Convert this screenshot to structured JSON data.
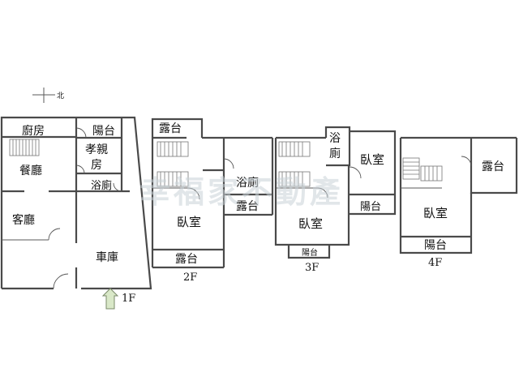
{
  "compass": {
    "label": "北"
  },
  "watermark": "幸福家不動產",
  "floors": {
    "f1": {
      "label": "1F",
      "rooms": {
        "kitchen": "廚房",
        "balcony": "陽台",
        "parents_room_line1": "孝親",
        "parents_room_line2": "房",
        "dining": "餐廳",
        "bath": "浴廁",
        "living": "客廳",
        "garage": "車庫"
      }
    },
    "f2": {
      "label": "2F",
      "rooms": {
        "terrace_top": "露台",
        "bathroom": "浴廁",
        "terrace_mid": "露台",
        "bedroom": "臥室",
        "terrace_bottom": "露台"
      }
    },
    "f3": {
      "label": "3F",
      "rooms": {
        "bath_line1": "浴",
        "bath_line2": "廁",
        "bedroom_main": "臥室",
        "bedroom_side": "臥室",
        "balcony_side": "陽台",
        "balcony_bottom": "陽台"
      }
    },
    "f4": {
      "label": "4F",
      "rooms": {
        "terrace": "露台",
        "bedroom": "臥室",
        "balcony": "陽台"
      }
    }
  }
}
